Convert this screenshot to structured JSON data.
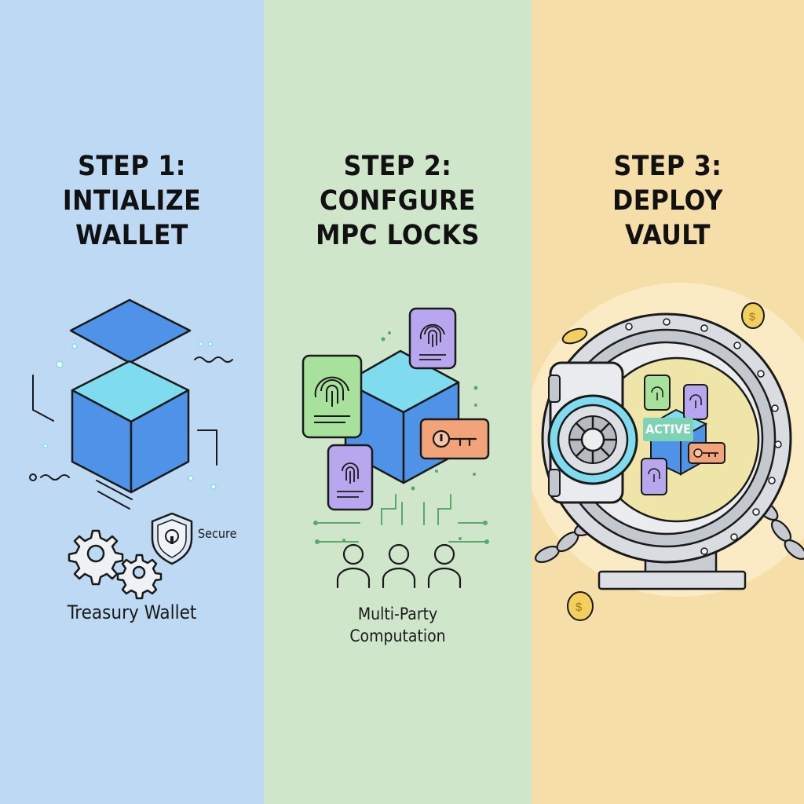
{
  "colors": {
    "panel1_bg": "#bdd9f3",
    "panel2_bg": "#cfe6cb",
    "panel3_bg": "#f5dea8",
    "cube_front": "#4f93e8",
    "cube_top": "#7fdcef",
    "fingerprint_green": "#a7e19b",
    "fingerprint_purple": "#b8a6ee",
    "key_orange": "#f3a37a",
    "active_badge": "#7ed3b5"
  },
  "steps": [
    {
      "title_lines": [
        "STEP 1:",
        "INTIALIZE",
        "WALLET"
      ],
      "caption": "Treasury Wallet",
      "badge_label": "Secure",
      "icons": [
        "cube-icon",
        "gear-icon",
        "shield-lock-icon"
      ]
    },
    {
      "title_lines": [
        "STEP 2:",
        "CONFGURE",
        "MPC LOCKS"
      ],
      "caption_lines": [
        "Multi-Party",
        "Computation"
      ],
      "icons": [
        "cube-icon",
        "fingerprint-icon",
        "key-icon",
        "user-group-icon"
      ]
    },
    {
      "title_lines": [
        "STEP 3:",
        "DEPLOY",
        "VAULT"
      ],
      "status_label": "ACTIVE",
      "icons": [
        "vault-icon",
        "chain-icon",
        "coin-icon"
      ]
    }
  ]
}
